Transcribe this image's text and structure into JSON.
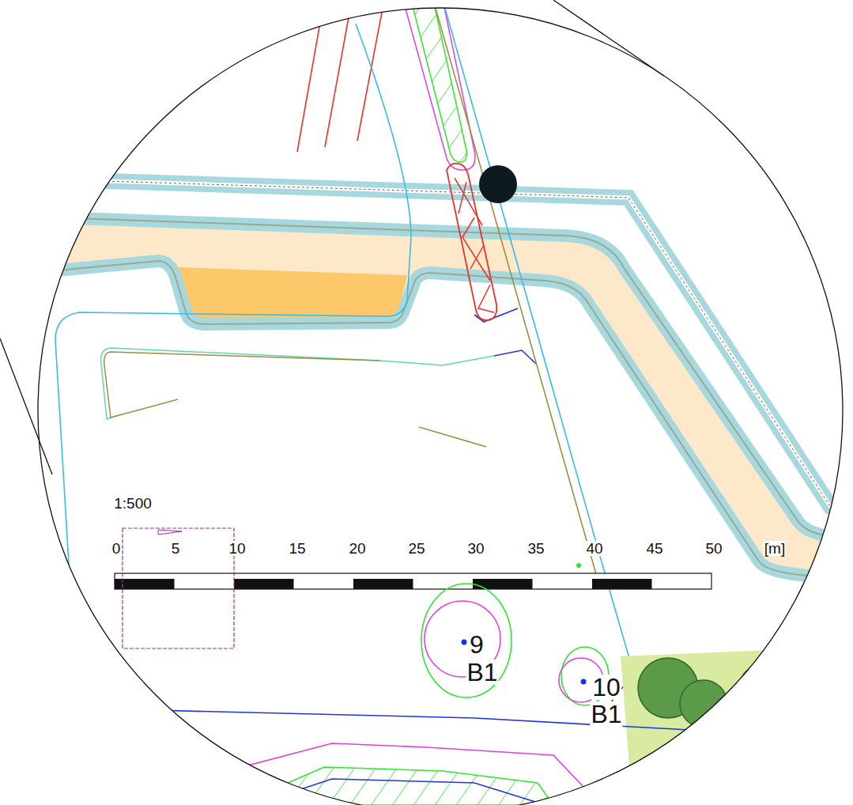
{
  "diagram": {
    "labels": [
      "1:500",
      "0",
      "5",
      "10",
      "15",
      "20",
      "25",
      "30",
      "35",
      "40",
      "45",
      "50",
      "[m]",
      "9",
      "B1",
      "10",
      "B1"
    ]
  }
}
